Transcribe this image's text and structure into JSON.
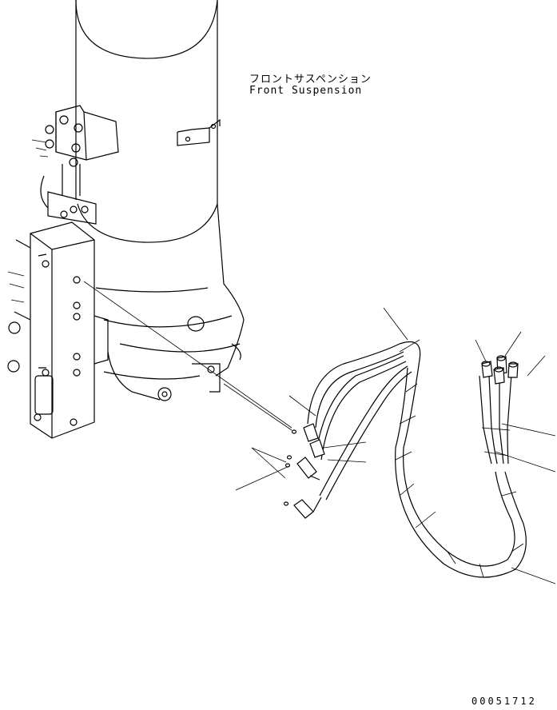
{
  "labels": {
    "part_name_jp": "フロントサスペンション",
    "part_name_en": "Front Suspension",
    "drawing_number": "00051712"
  },
  "colors": {
    "line": "#000000",
    "background": "#ffffff"
  }
}
